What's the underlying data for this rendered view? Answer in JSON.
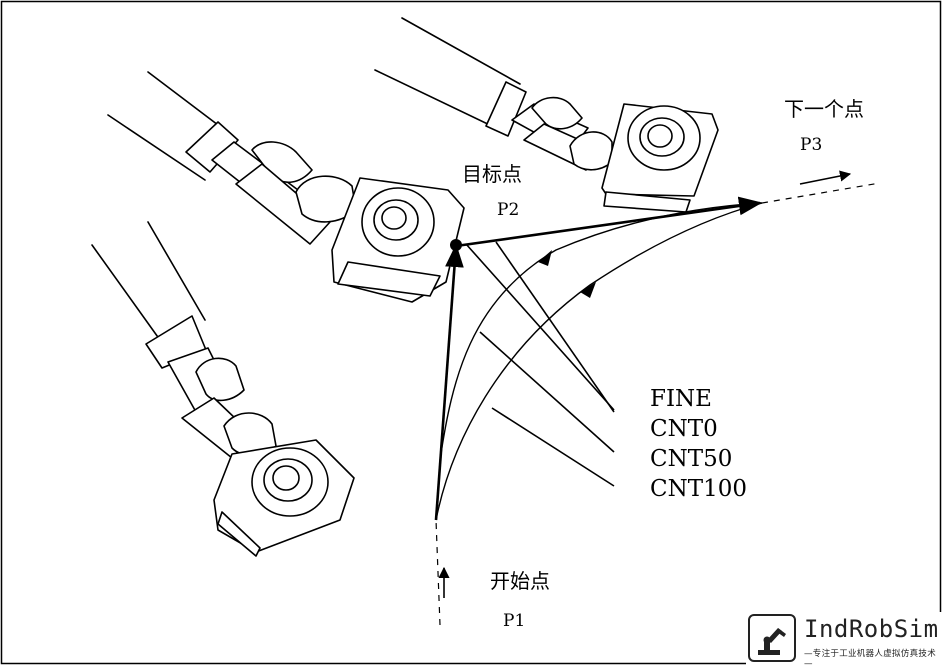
{
  "labels": {
    "target_point": "目标点",
    "p2": "P2",
    "next_point": "下一个点",
    "p3": "P3",
    "start_point": "开始点",
    "p1": "P1"
  },
  "termination_types": [
    "FINE",
    "CNT0",
    "CNT50",
    "CNT100"
  ],
  "logo": {
    "name": "IndRobSim",
    "tagline": "—专注于工业机器人虚拟仿真技术—"
  },
  "colors": {
    "line": "#000000",
    "background": "#ffffff"
  }
}
